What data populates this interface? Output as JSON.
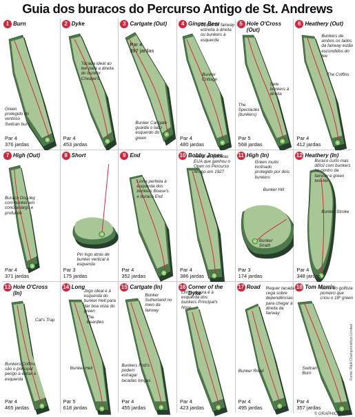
{
  "title": "Guia dos buracos do Percurso Antigo de St. Andrews",
  "credit": "Fonte: R&A Championships Limited",
  "footer": "© GRAPHIC NEWS",
  "holes": [
    {
      "num": "1",
      "name": "Burn",
      "par": "Par 4",
      "yards": "376 jardas",
      "note": "Green protegido do ventoso Swilcan burn"
    },
    {
      "num": "2",
      "name": "Dyke",
      "par": "Par 4",
      "yards": "453 jardas",
      "note": "Tacada ideal ao tee para a direita do bunker Cheape's"
    },
    {
      "num": "3",
      "name": "Cartgate (Out)",
      "par": "Par 4",
      "yards": "397 jardas",
      "note": "Bunker Cartgate guarda o lado esquerdo do green"
    },
    {
      "num": "4",
      "name": "Ginger Beer",
      "par": "Par 4",
      "yards": "480 jardas",
      "note": "Opção de fairway estreita à direita ou bunkers à esquerda",
      "note2": "Bunker Cottage"
    },
    {
      "num": "5",
      "name": "Hole O'Cross (Out)",
      "par": "Par 5",
      "yards": "568 jardas",
      "note": "Sete bunkers à direita",
      "note2": "The Spectacles (bunkers)"
    },
    {
      "num": "6",
      "name": "Heathery (Out)",
      "par": "Par 4",
      "yards": "412 jardas",
      "note": "Bunkers de ambos os lados da fairway estão escondidos do tee",
      "note2": "The Coffins"
    },
    {
      "num": "7",
      "name": "High (Out)",
      "par": "Par 4",
      "yards": "371 jardas",
      "note": "Buraco Dog-leg com bunker em concha largo e profundo"
    },
    {
      "num": "8",
      "name": "Short",
      "par": "Par 3",
      "yards": "175 jardas",
      "note": "Pin logo atrás de bunker vertical à esquerda"
    },
    {
      "num": "9",
      "name": "End",
      "par": "Par 4",
      "yards": "352 jardas",
      "note": "Linha perfeita à esquerda dos bunkers Boase's e buraco End"
    },
    {
      "num": "10",
      "name": "Bobby Jones",
      "par": "Par 4",
      "yards": "386 jardas",
      "note": "Nome do golfistas EUA que ganhou o Open no Percurso Antigo em 1927"
    },
    {
      "num": "11",
      "name": "High (In)",
      "par": "Par 3",
      "yards": "174 jardas",
      "note": "Green muito inclinado protegido por dois bunkers",
      "note2": "Bunker Hill",
      "note3": "Bunker Strath"
    },
    {
      "num": "12",
      "name": "Heathery (In)",
      "par": "Par 4",
      "yards": "348 jardas",
      "note": "Buraco curto mas difícil com bunkers no centro da fairway e green two-tier",
      "note2": "Bunker Stroke"
    },
    {
      "num": "13",
      "name": "Hole O'Cross (In)",
      "par": "Par 4",
      "yards": "465 jardas",
      "note": "Cat's Trap",
      "note2": "Bunkers Coffins são o principal perigo a evitar à esquerda"
    },
    {
      "num": "14",
      "name": "Long",
      "par": "Par 5",
      "yards": "618 jardas",
      "note": "Jogo ideal é à esquerda do bunker Hell para dar boa vista do green",
      "note2": "The Beardies",
      "note3": "Bunker Hell"
    },
    {
      "num": "15",
      "name": "Cartgate (In)",
      "par": "Par 4",
      "yards": "455 jardas",
      "note": "Bunker Sutherland no meio da fairway",
      "note2": "Bunkers Rob's podem estragar tacadas longas"
    },
    {
      "num": "16",
      "name": "Corner of the Dyke",
      "par": "Par 4",
      "yards": "423 jardas",
      "note": "Linha segura é à esquerda dos bunkers Principal's Nose"
    },
    {
      "num": "17",
      "name": "Road",
      "par": "Par 4",
      "yards": "495 jardas",
      "note": "Requer tacada cega sobre dependências para chegar à direita da fairway",
      "note2": "Bunker Road"
    },
    {
      "num": "18",
      "name": "Tom Morris",
      "par": "Par 4",
      "yards": "357 jardas",
      "note": "Nome do golfista pioneiro que criou o 18º green",
      "note2": "Swilcan Burn"
    }
  ],
  "colors": {
    "rough": "#4d7a4a",
    "fairway": "#a9c796",
    "shadow": "#25402a",
    "line": "#d6253a",
    "number": "#d6253a"
  }
}
